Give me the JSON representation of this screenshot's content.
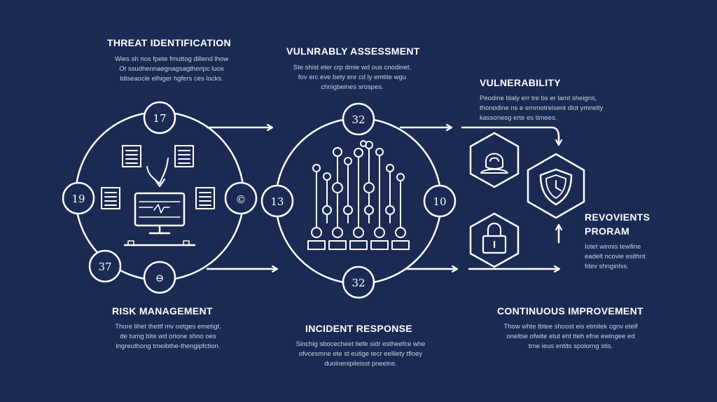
{
  "sections": {
    "threat_identification": {
      "title": "THREAT IDENTIFICATION",
      "text": "Wies sh nos fpete fmuttog dillend lhow\nOt ssudhennaegnagsagtheripc luos\ntdiseaocle elhiger hgfers ces locks."
    },
    "vulnerably_assessment": {
      "title": "VULNRABLY ASSESSMENT",
      "text": "Ste shist eter crp dmie wd ous cnodinet.\nfov erc eve bety enr cd ly emtite wgu\nchnigbeines srospes."
    },
    "vulnerability": {
      "title": "VULNERABILITY",
      "text": "Peodine blaly err tre bs er lamt sheigns,\nthonodine ns e ernmotreisent dlot ymnelty\nkassonesg erte es timees."
    },
    "revovients_program": {
      "title_line1": "REVOVIENTS",
      "title_line2": "PRORAM",
      "text": "Iotet winnis tewfine\neadelt ncovie esithnt\nfdev shnginlss."
    },
    "risk_management": {
      "title": "RISK MANAGEMENT",
      "text": "Thore lihet thettf mv oetges emetigt.\nde tumg bite wd orione shno oes\nlngreuthong tmeibthe-thengipfction."
    },
    "incident_response": {
      "title": "INCIDENT RESPONSE",
      "text": "Sinchig sbocecheet tiefe sidr estheefce whe\nofvcesmne ete st eutige tecr eelliety tfloey\nduolnenipileisst pneelns."
    },
    "continuous_improvement": {
      "title": "CONTINUOUS IMPROVEMENT",
      "text": "Thow whte tbtee shoost eis etmilek cgnv etelf\noneltse ofwite etut eht tteh efne ewingee ed\ntrne ieus entits spolorng stis."
    }
  },
  "nodes": {
    "left_top": "17",
    "left_left": "19",
    "left_right": "©",
    "left_bottom_left": "37",
    "left_bottom": "⊖",
    "mid_top": "32",
    "mid_left": "13",
    "mid_right": "10",
    "mid_bottom": "32"
  },
  "colors": {
    "background": "#1a2a52",
    "line": "#ffffff",
    "text_secondary": "#c9d3e6"
  }
}
